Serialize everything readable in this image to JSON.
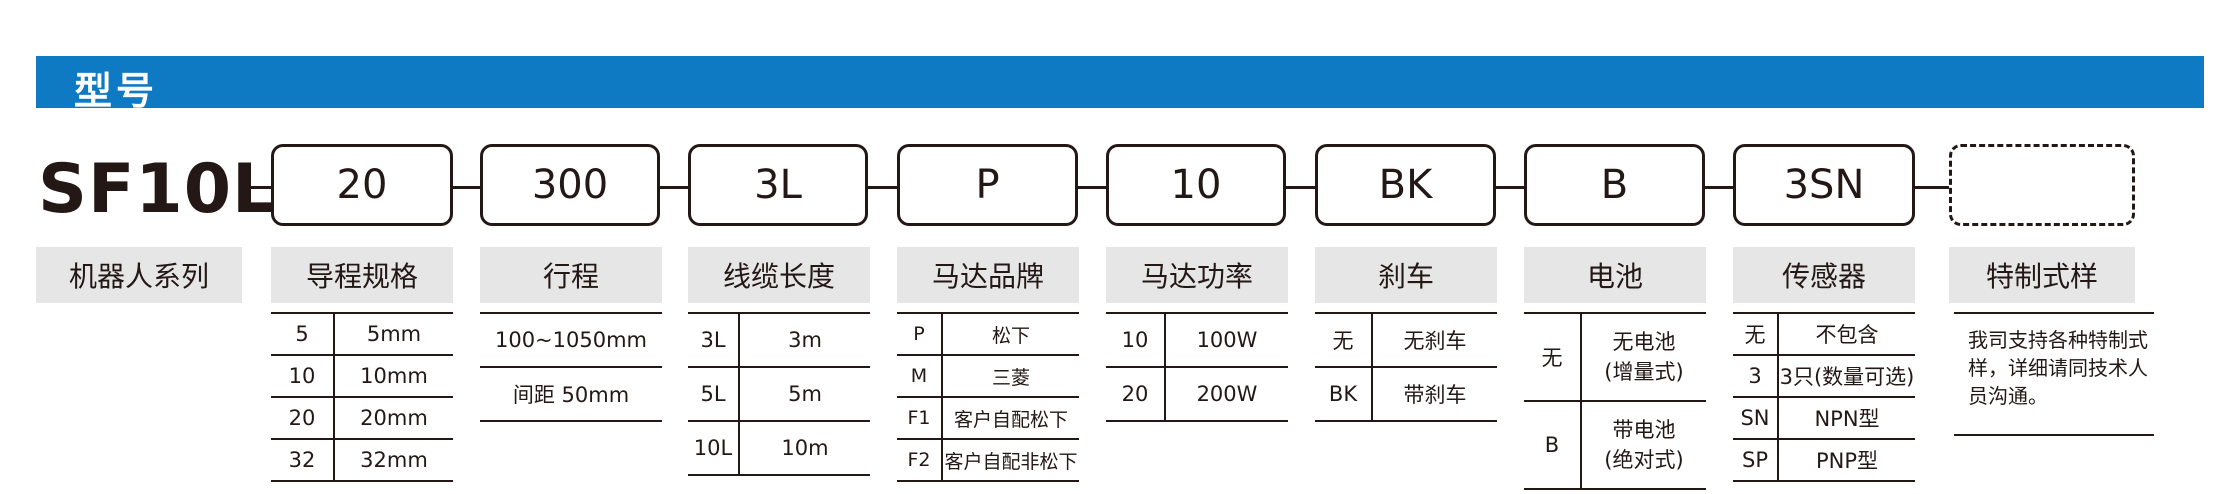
{
  "banner": {
    "title": "型号"
  },
  "model": {
    "prefix": "SF10L"
  },
  "codes": [
    {
      "value": "20",
      "header": "导程规格"
    },
    {
      "value": "300",
      "header": "行程"
    },
    {
      "value": "3L",
      "header": "线缆长度"
    },
    {
      "value": "P",
      "header": "马达品牌"
    },
    {
      "value": "10",
      "header": "马达功率"
    },
    {
      "value": "BK",
      "header": "刹车"
    },
    {
      "value": "B",
      "header": "电池"
    },
    {
      "value": "3SN",
      "header": "传感器"
    },
    {
      "value": "",
      "header": "特制式样"
    }
  ],
  "robot_series_label": "机器人系列",
  "tables": {
    "lead": [
      [
        "5",
        "5mm"
      ],
      [
        "10",
        "10mm"
      ],
      [
        "20",
        "20mm"
      ],
      [
        "32",
        "32mm"
      ]
    ],
    "stroke": [
      "100~1050mm",
      "间距 50mm"
    ],
    "cable": [
      [
        "3L",
        "3m"
      ],
      [
        "5L",
        "5m"
      ],
      [
        "10L",
        "10m"
      ]
    ],
    "motor_brand": [
      [
        "P",
        "松下"
      ],
      [
        "M",
        "三菱"
      ],
      [
        "F1",
        "客户自配松下"
      ],
      [
        "F2",
        "客户自配非松下"
      ]
    ],
    "motor_power": [
      [
        "10",
        "100W"
      ],
      [
        "20",
        "200W"
      ]
    ],
    "brake": [
      [
        "无",
        "无刹车"
      ],
      [
        "BK",
        "带刹车"
      ]
    ],
    "battery": [
      [
        "无",
        "无电池",
        "(增量式)"
      ],
      [
        "B",
        "带电池",
        "(绝对式)"
      ]
    ],
    "sensor": [
      [
        "无",
        "不包含"
      ],
      [
        "3",
        "3只(数量可选)"
      ],
      [
        "SN",
        "NPN型"
      ],
      [
        "SP",
        "PNP型"
      ]
    ]
  },
  "special_note": "我司支持各种特制式样，详细请同技术人员沟通。"
}
